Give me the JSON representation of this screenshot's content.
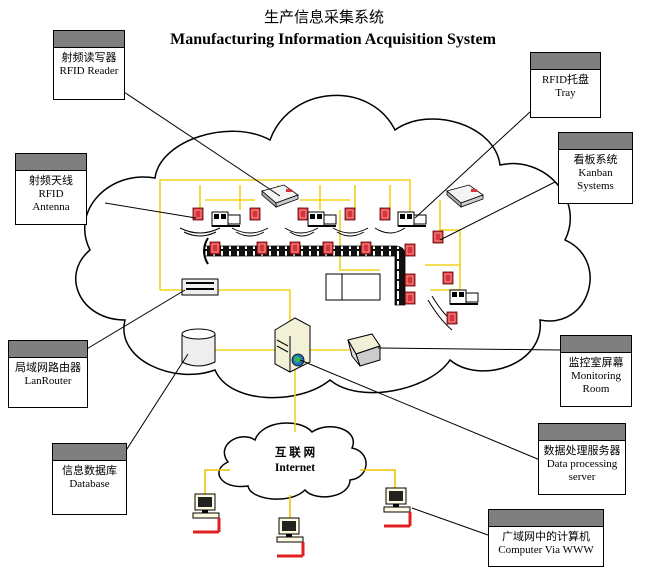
{
  "title": {
    "chinese": "生产信息采集系统",
    "english": "Manufacturing Information Acquisition System"
  },
  "callouts": {
    "rfid_reader": {
      "cn": "射频读写器",
      "en": "RFID Reader"
    },
    "rfid_tray": {
      "cn": "RFID托盘",
      "en": "Tray"
    },
    "kanban": {
      "cn": "看板系统",
      "en1": "Kanban",
      "en2": "Systems"
    },
    "rfid_antenna": {
      "cn": "射频天线",
      "en1": "RFID",
      "en2": "Antenna"
    },
    "lan_router": {
      "cn": "局域网路由器",
      "en": "LanRouter"
    },
    "monitoring": {
      "cn": "监控室屏幕",
      "en1": "Monitoring",
      "en2": "Room"
    },
    "database": {
      "cn": "信息数据库",
      "en": "Database"
    },
    "data_server": {
      "cn": "数据处理服务器",
      "en1": "Data processing",
      "en2": "server"
    },
    "wan_computer": {
      "cn": "广域网中的计算机",
      "en": "Computer Via WWW"
    }
  },
  "internet_cloud": {
    "cn": "互 联 网",
    "en": "Internet"
  },
  "colors": {
    "network_line": "#f2d31b",
    "wan_line": "#f2c200",
    "tag_red": "#d9343a",
    "callout_bar": "#7f7f7f",
    "computer_base": "#e02020"
  },
  "icons": [
    "rfid-reader-icon",
    "rfid-tag-icon",
    "conveyor-belt-icon",
    "machine-station-icon",
    "lan-router-icon",
    "database-cylinder-icon",
    "server-tower-icon",
    "monitor-screen-icon",
    "kanban-board-icon",
    "desktop-computer-icon"
  ]
}
